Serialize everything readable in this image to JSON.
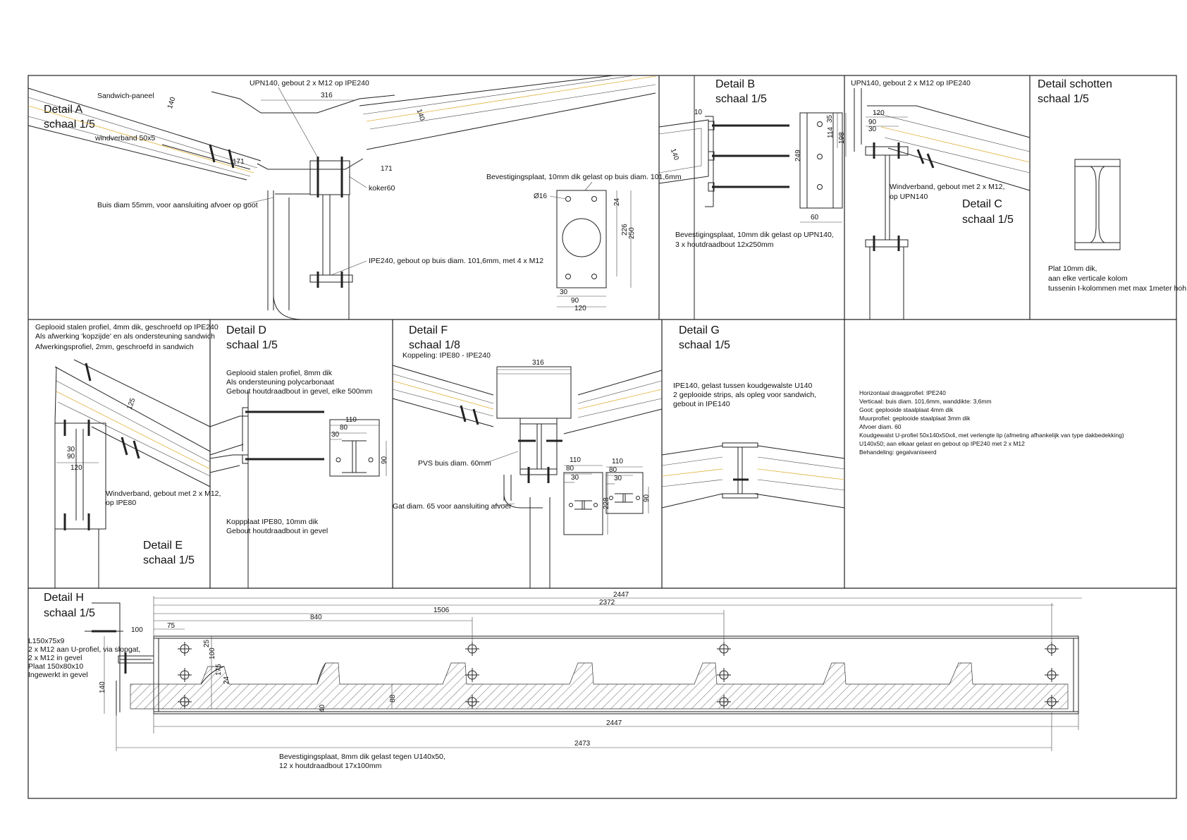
{
  "details": {
    "a": {
      "title": "Detail A",
      "scale": "schaal 1/5"
    },
    "b": {
      "title": "Detail B",
      "scale": "schaal 1/5"
    },
    "c": {
      "title": "Detail C",
      "scale": "schaal 1/5"
    },
    "schotten": {
      "title": "Detail schotten",
      "scale": "schaal 1/5"
    },
    "d": {
      "title": "Detail D",
      "scale": "schaal 1/5"
    },
    "e": {
      "title": "Detail E",
      "scale": "schaal 1/5"
    },
    "f": {
      "title": "Detail F",
      "scale": "schaal 1/8"
    },
    "g": {
      "title": "Detail G",
      "scale": "schaal 1/5"
    },
    "h": {
      "title": "Detail H",
      "scale": "schaal 1/5"
    }
  },
  "notes": {
    "a_sandwich": "Sandwich-paneel",
    "a_windverband": "windverband 50x5",
    "a_upn": "UPN140, gebout 2 x M12 op IPE240",
    "a_koker": "koker60",
    "a_buis": "Buis diam 55mm, voor aansluiting afvoer op goot",
    "a_ipe": "IPE240, gebout op buis diam. 101,6mm, met 4 x M12",
    "a_plaat": "Bevestigingsplaat, 10mm dik gelast op buis diam. 101,6mm",
    "b_plaat_1": "Bevestigingsplaat, 10mm dik gelast op UPN140,",
    "b_plaat_2": "3 x houtdraadbout 12x250mm",
    "c_upn": "UPN140, gebout 2 x M12 op IPE240",
    "c_wind_1": "Windverband, gebout met 2 x M12,",
    "c_wind_2": "op UPN140",
    "s_1": "Plat 10mm dik,",
    "s_2": "aan elke verticale kolom",
    "s_3": "tussenin I-kolommen met max 1meter hoh",
    "e_top_1": "Geplooid stalen profiel, 4mm dik, geschroefd op IPE240",
    "e_top_2": "Als afwerking 'kopzijde' en als ondersteuning sandwich",
    "e_top_3": "Afwerkingsprofiel, 2mm, geschroefd in sandwich",
    "e_wind_1": "Windverband, gebout met 2 x M12,",
    "e_wind_2": "op IPE80",
    "d_1": "Geplooid stalen profiel, 8mm dik",
    "d_2": "Als ondersteuning polycarbonaat",
    "d_3": "Gebout houtdraadbout in gevel, elke 500mm",
    "d_k1": "Koppplaat IPE80, 10mm dik",
    "d_k2": "Gebout houtdraadbout in gevel",
    "f_koppeling": "Koppeling: IPE80 - IPE240",
    "f_pvs": "PVS buis diam. 60mm",
    "f_gat": "Gat diam. 65 voor aansluiting afvoer",
    "g_1": "IPE140, gelast tussen koudgewalste U140",
    "g_2": "2 geplooide strips, als opleg voor sandwich,",
    "g_3": "gebout in IPE140",
    "spec": [
      "Horizontaal draagprofiel: IPE240",
      "Verticaal: buis diam. 101,6mm, wanddikte: 3,6mm",
      "Goot: geplooide staalplaat 4mm dik",
      "Muurprofiel: geplooide staalplaat 3mm dik",
      "Afvoer diam. 60",
      "Koudgewalst U-profiel 50x140x50x4, met verlengte lip (afmeting afhankelijk van type dakbedekking)",
      "U140x50; aan elkaar gelast en gebout op IPE240 met 2 x M12",
      "Behandeling: gegalvaniseerd"
    ],
    "h_1": "L150x75x9",
    "h_2": "2 x M12 aan U-profiel, via slopgat,",
    "h_3": "2 x M12 in gevel",
    "h_4": "Plaat 150x80x10",
    "h_5": "Ingewerkt in gevel",
    "h_bot_1": "Bevestigingsplaat, 8mm dik gelast tegen U140x50,",
    "h_bot_2": "12 x houtdraadbout 17x100mm"
  },
  "dims": {
    "a_140": "140",
    "a_316": "316",
    "a_140b": "140",
    "a_171": "171",
    "a_171b": "171",
    "a_d16": "Ø16",
    "a_24": "24",
    "a_226": "226",
    "a_250": "250",
    "a_30": "30",
    "a_90": "90",
    "a_120": "120",
    "b_10": "10",
    "b_140": "140",
    "b_35": "35",
    "b_114": "114",
    "b_198": "198",
    "b_249": "249",
    "b_60": "60",
    "c_120": "120",
    "c_90": "90",
    "c_30": "30",
    "e_125": "125",
    "e_30": "30",
    "e_90": "90",
    "e_120": "120",
    "d_110": "110",
    "d_80": "80",
    "d_30": "30",
    "d_90": "90",
    "f_316": "316",
    "f_110": "110",
    "f_80": "80",
    "f_30": "30",
    "f_228": "228",
    "f_110b": "110",
    "f_80b": "80",
    "f_30b": "30",
    "f_90": "90",
    "h_2447": "2447",
    "h_2372": "2372",
    "h_1506": "1506",
    "h_840": "840",
    "h_75": "75",
    "h_100": "100",
    "h_25": "25",
    "h_100b": "100",
    "h_175": "175",
    "h_24": "24",
    "h_140": "140",
    "h_40": "40",
    "h_88": "88",
    "h_2447b": "2447",
    "h_2473": "2473"
  }
}
